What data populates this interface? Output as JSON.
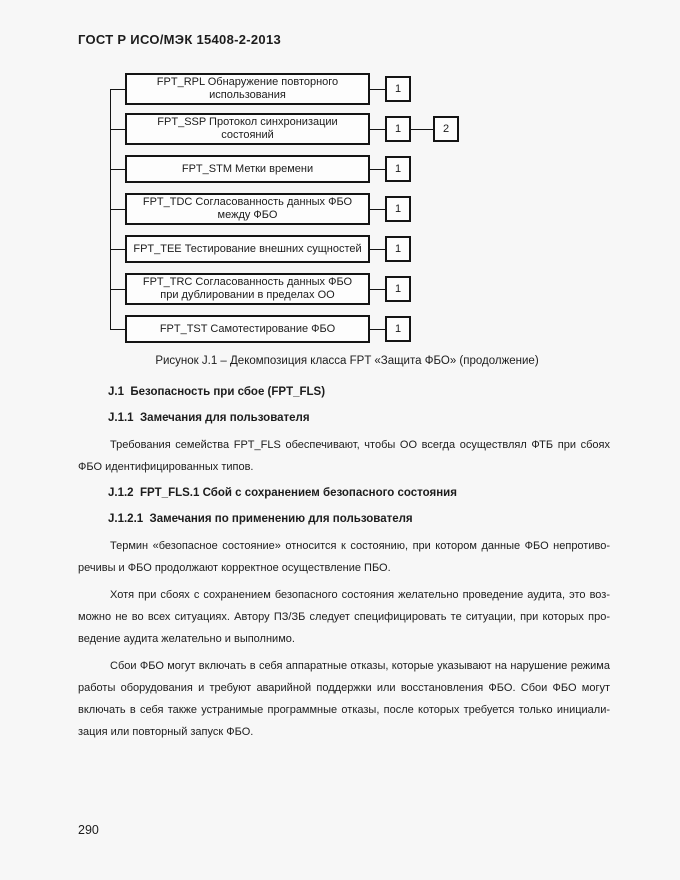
{
  "meta": {
    "background_color": "#f7f7f7",
    "ink_color": "#141414",
    "box_fill_color": "#fdfdfd"
  },
  "header": {
    "title": "ГОСТ Р ИСО/МЭК 15408-2-2013"
  },
  "figure": {
    "caption": "Рисунок J.1 – Декомпозиция класса FPT «Защита ФБО» (продолжение)",
    "families": [
      {
        "name": "FPT_RPL Обнаружение повторного\nиспользования",
        "components": [
          "1"
        ]
      },
      {
        "name": "FPT_SSP Протокол синхронизации\nсостояний",
        "components": [
          "1",
          "2"
        ]
      },
      {
        "name": "FPT_STM Метки времени",
        "components": [
          "1"
        ]
      },
      {
        "name": "FPT_TDC Согласованность данных ФБО\nмежду ФБО",
        "components": [
          "1"
        ]
      },
      {
        "name": "FPT_TEE Тестирование внешних сущностей",
        "components": [
          "1"
        ]
      },
      {
        "name": "FPT_TRC Согласованность данных ФБО\nпри дублировании в пределах ОО",
        "components": [
          "1"
        ]
      },
      {
        "name": "FPT_TST Самотестирование ФБО",
        "components": [
          "1"
        ]
      }
    ]
  },
  "content": {
    "blocks": [
      {
        "type": "heading",
        "text": "J.1  Безопасность при сбое (FPT_FLS)"
      },
      {
        "type": "heading",
        "text": "J.1.1  Замечания для пользователя"
      },
      {
        "type": "paragraph",
        "lines": [
          "Требования семейства FPT_FLS обеспечивают, чтобы ОО всегда осуществлял ФТБ при сбоях",
          "ФБО идентифицированных типов."
        ]
      },
      {
        "type": "heading",
        "text": "J.1.2  FPT_FLS.1 Сбой с сохранением безопасного состояния"
      },
      {
        "type": "heading",
        "text": "J.1.2.1  Замечания по применению для пользователя"
      },
      {
        "type": "paragraph",
        "lines": [
          "Термин «безопасное состояние» относится к состоянию, при котором данные ФБО непротиво-",
          "речивы и ФБО продолжают корректное осуществление ПБО."
        ]
      },
      {
        "type": "paragraph",
        "lines": [
          "Хотя при сбоях с сохранением безопасного состояния желательно проведение аудита, это воз-",
          "можно не во всех ситуациях. Автору ПЗ/ЗБ следует специфицировать те ситуации, при которых про-",
          "ведение аудита желательно и выполнимо."
        ]
      },
      {
        "type": "paragraph",
        "lines": [
          "Сбои ФБО могут включать в себя аппаратные отказы, которые указывают на нарушение режима",
          "работы оборудования и требуют аварийной поддержки или восстановления ФБО. Сбои ФБО могут",
          "включать в себя также устранимые программные отказы, после которых требуется только инициали-",
          "зация или повторный запуск ФБО."
        ]
      }
    ]
  },
  "footer": {
    "page_number": "290"
  }
}
